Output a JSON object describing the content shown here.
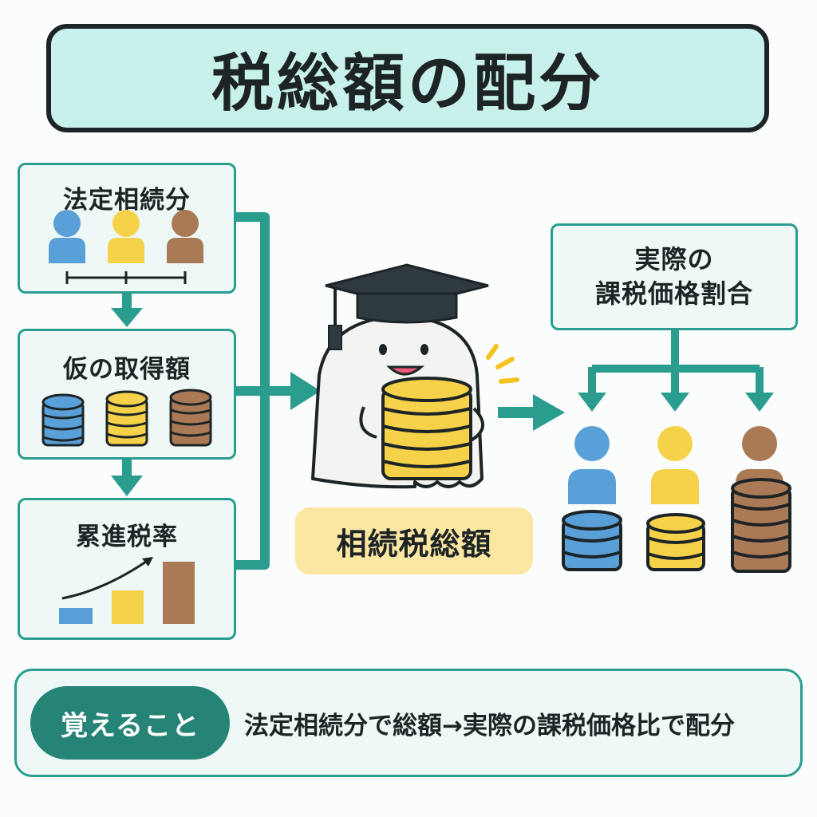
{
  "title": "税総額の配分",
  "steps": {
    "statutory_share": "法定相続分",
    "provisional_amount": "仮の取得額",
    "progressive_rate": "累進税率"
  },
  "center_label": "相続税総額",
  "ratio_box": {
    "line1": "実際の",
    "line2": "課税価格割合"
  },
  "memo": {
    "badge": "覚えること",
    "text": "法定相続分で総額→実際の課税価格比で配分"
  },
  "colors": {
    "blue": "#5aa0d8",
    "yellow": "#f6d24a",
    "brown": "#a97a55",
    "teal": "#2a9d8f",
    "title_bg": "#c9f1ec",
    "label_bg": "#fbe7a1"
  },
  "icons": [
    "person-icon",
    "coin-stack-icon",
    "bar-chart-icon",
    "arrow-icon",
    "ghost-scholar-character"
  ]
}
